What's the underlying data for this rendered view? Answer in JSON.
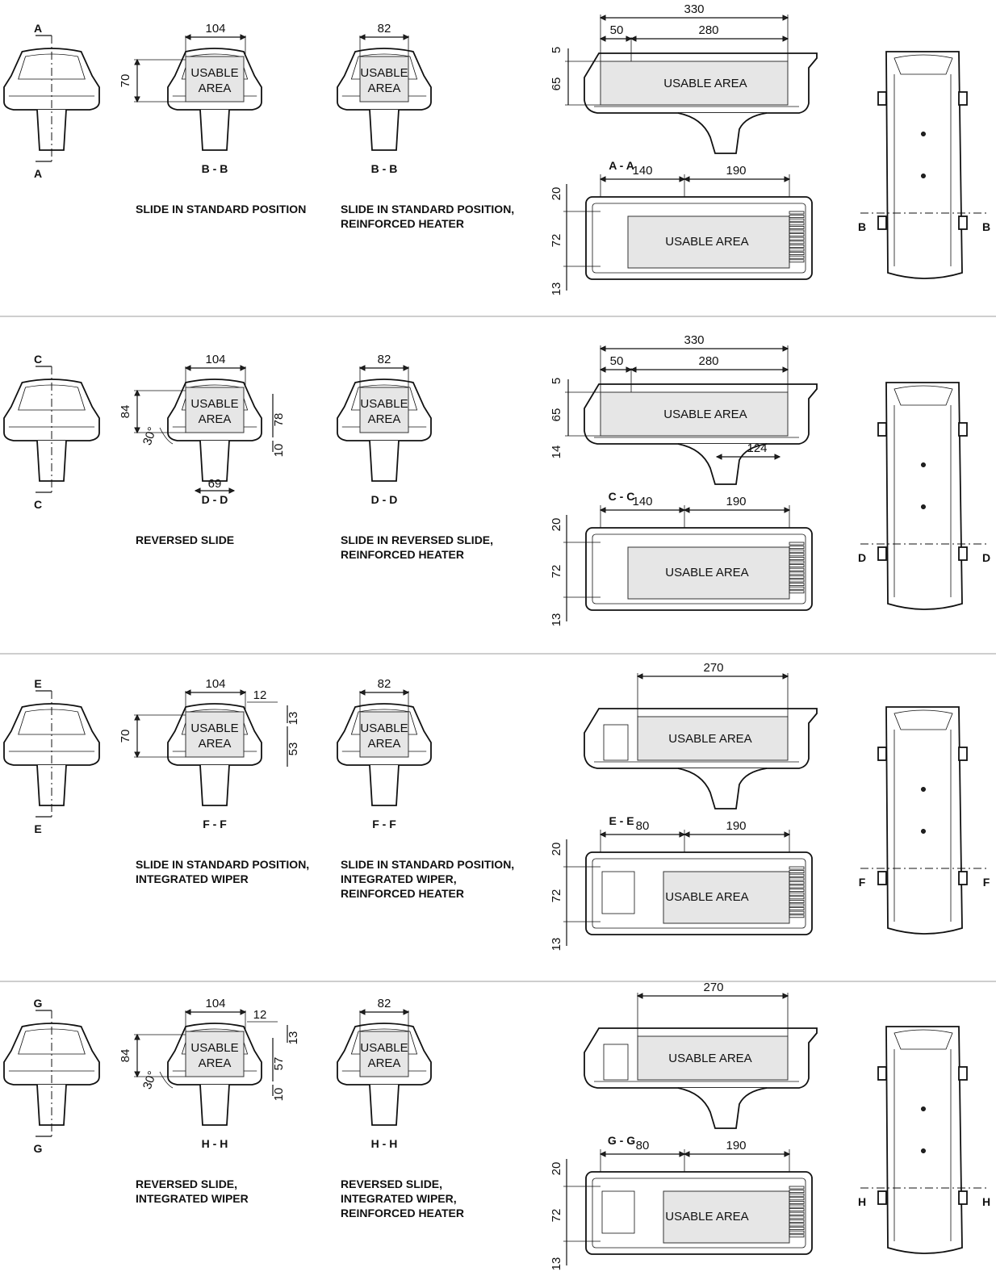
{
  "usable_area_label": "USABLE AREA",
  "usable_area_lines": [
    "USABLE",
    "AREA"
  ],
  "rows": [
    {
      "view_a": {
        "cut_top": "A",
        "cut_bottom": "A"
      },
      "view_b": {
        "width": "104",
        "height": "70",
        "section": "B - B",
        "caption": [
          "SLIDE IN STANDARD POSITION"
        ]
      },
      "view_c": {
        "width": "82",
        "section": "B - B",
        "caption": [
          "SLIDE IN STANDARD POSITION,",
          "REINFORCED HEATER"
        ]
      },
      "side": {
        "total": "330",
        "offset": "50",
        "usable": "280",
        "h_top": "5",
        "h_main": "65",
        "section": "A - A"
      },
      "plan": {
        "left": "140",
        "right": "190",
        "h1": "20",
        "h2": "72",
        "h3": "13"
      },
      "front": {
        "cut_left": "B",
        "cut_right": "B"
      }
    },
    {
      "view_a": {
        "cut_top": "C",
        "cut_bottom": "C"
      },
      "view_b": {
        "width": "104",
        "height": "84",
        "height_right": "78",
        "gap": "10",
        "angle": "30°",
        "base": "69",
        "section": "D - D",
        "caption": [
          "REVERSED SLIDE"
        ]
      },
      "view_c": {
        "width": "82",
        "section": "D - D",
        "caption": [
          "SLIDE IN REVERSED SLIDE,",
          "REINFORCED HEATER"
        ]
      },
      "side": {
        "total": "330",
        "offset": "50",
        "usable": "280",
        "h_top": "5",
        "h_main": "65",
        "h_low": "14",
        "extra": "124",
        "section": "C - C"
      },
      "plan": {
        "left": "140",
        "right": "190",
        "h1": "20",
        "h2": "72",
        "h3": "13"
      },
      "front": {
        "cut_left": "D",
        "cut_right": "D"
      }
    },
    {
      "view_a": {
        "cut_top": "E",
        "cut_bottom": "E"
      },
      "view_b": {
        "width": "104",
        "width_small": "12",
        "height": "70",
        "h_top": "13",
        "h_right": "53",
        "section": "F - F",
        "caption": [
          "SLIDE IN STANDARD POSITION,",
          "INTEGRATED WIPER"
        ]
      },
      "view_c": {
        "width": "82",
        "section": "F - F",
        "caption": [
          "SLIDE IN STANDARD POSITION,",
          "INTEGRATED WIPER,",
          "REINFORCED HEATER"
        ]
      },
      "side": {
        "usable": "270",
        "section": "E - E"
      },
      "plan": {
        "left": "80",
        "right": "190",
        "h1": "20",
        "h2": "72",
        "h3": "13"
      },
      "front": {
        "cut_left": "F",
        "cut_right": "F"
      }
    },
    {
      "view_a": {
        "cut_top": "G",
        "cut_bottom": "G"
      },
      "view_b": {
        "width": "104",
        "width_small": "12",
        "height": "84",
        "h_top": "13",
        "h_right": "57",
        "gap": "10",
        "angle": "30°",
        "section": "H - H",
        "caption": [
          "REVERSED SLIDE,",
          "INTEGRATED WIPER"
        ]
      },
      "view_c": {
        "width": "82",
        "section": "H - H",
        "caption": [
          "REVERSED SLIDE,",
          "INTEGRATED WIPER,",
          "REINFORCED HEATER"
        ]
      },
      "side": {
        "usable": "270",
        "section": "G - G"
      },
      "plan": {
        "left": "80",
        "right": "190",
        "h1": "20",
        "h2": "72",
        "h3": "13"
      },
      "front": {
        "cut_left": "H",
        "cut_right": "H"
      }
    }
  ]
}
